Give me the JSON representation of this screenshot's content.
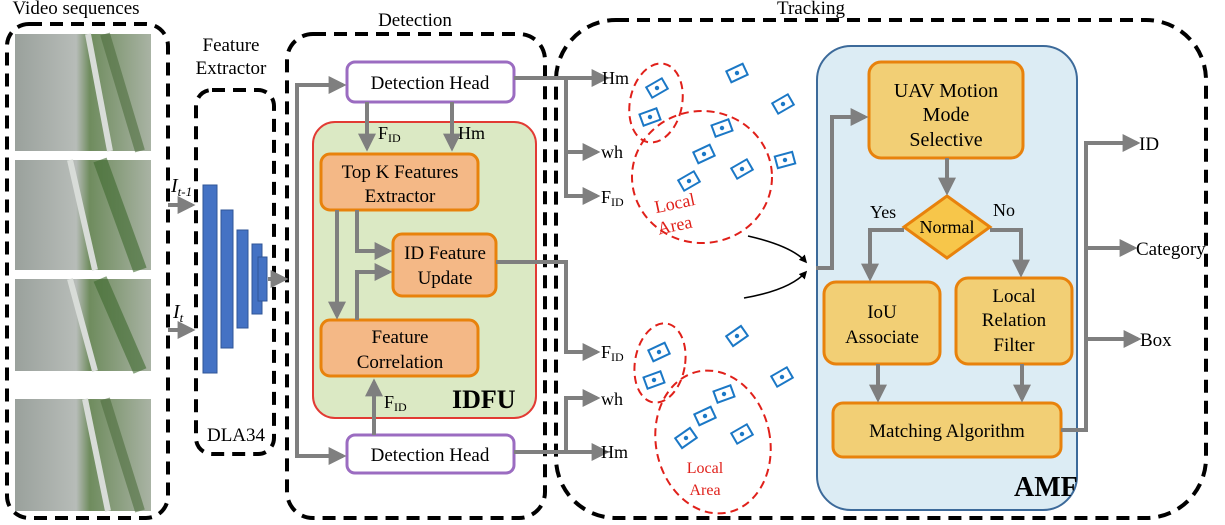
{
  "sections": {
    "video": "Video sequences",
    "feature_extractor_line1": "Feature",
    "feature_extractor_line2": "Extractor",
    "detection": "Detection",
    "tracking": "Tracking"
  },
  "inputs": {
    "prev_frame": "I",
    "prev_frame_sub": "t-1",
    "cur_frame": "I",
    "cur_frame_sub": "t"
  },
  "backbone": "DLA34",
  "detection": {
    "head_top": "Detection Head",
    "head_bottom": "Detection Head",
    "idfu_label": "IDFU",
    "topk_line1": "Top K Features",
    "topk_line2": "Extractor",
    "update_line1": "ID Feature",
    "update_line2": "Update",
    "corr_line1": "Feature",
    "corr_line2": "Correlation",
    "f": "F",
    "f_sub": "ID",
    "hm": "Hm"
  },
  "outputs": {
    "hm": "Hm",
    "wh": "wh",
    "f": "F",
    "f_sub": "ID"
  },
  "local_area": {
    "line1": "Local",
    "line2": "Area"
  },
  "amf": {
    "label": "AMF",
    "uav_line1": "UAV Motion",
    "uav_line2": "Mode",
    "uav_line3": "Selective",
    "normal": "Normal",
    "yes": "Yes",
    "no": "No",
    "iou_line1": "IoU",
    "iou_line2": "Associate",
    "local_line1": "Local",
    "local_line2": "Relation",
    "local_line3": "Filter",
    "matching": "Matching Algorithm"
  },
  "final_outputs": {
    "id": "ID",
    "category": "Category",
    "box": "Box"
  },
  "colors": {
    "orange_fill": "#f2cf75",
    "orange_stroke": "#e8820c",
    "purple_stroke": "#9b6cc1",
    "idfu_fill": "#dbe9c4",
    "idfu_stroke": "#e23b34",
    "amf_fill": "#dcecf4",
    "amf_stroke": "#3c6a9a",
    "arrow": "#7f7f7f",
    "target": "#1b78c6",
    "local_area": "#e0201a"
  }
}
